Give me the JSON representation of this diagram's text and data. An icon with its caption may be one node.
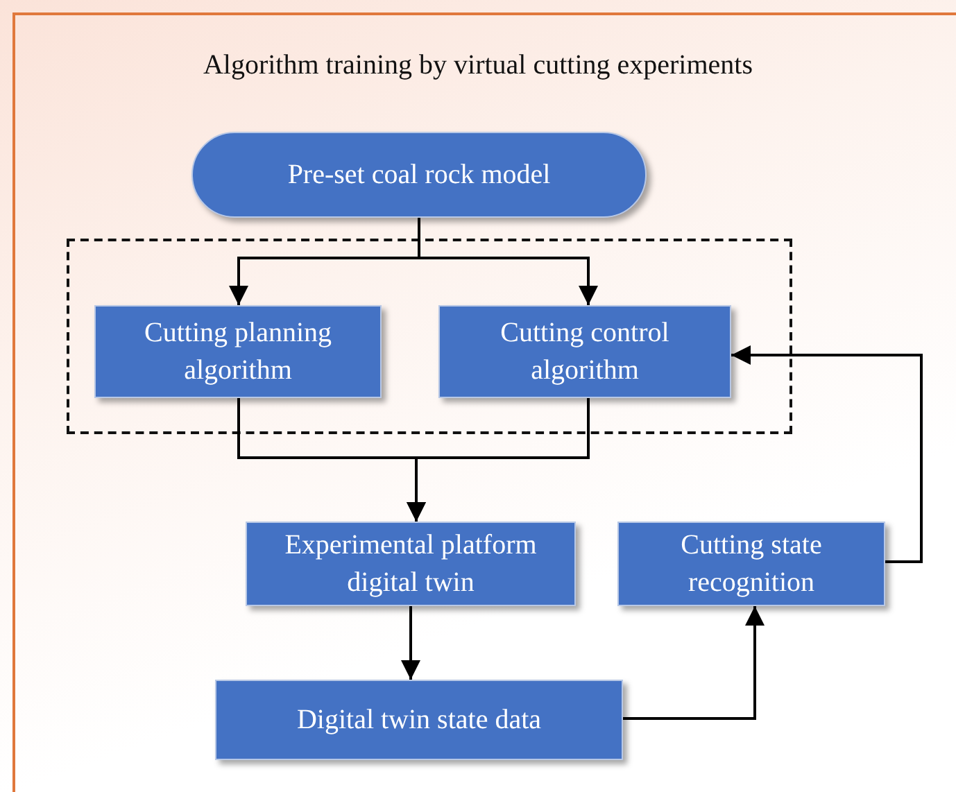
{
  "diagram": {
    "title": "Algorithm training by virtual cutting experiments",
    "nodes": [
      {
        "text": [],
        "shape": "box"
      },
      {
        "text": [
          "Pre-set coal rock model"
        ]
      },
      {
        "text": [
          "Cutting planning algorithm"
        ],
        "in": 0
      },
      {
        "text": [
          "Cutting control algorithm"
        ],
        "in": 0
      },
      {
        "text": [
          "Experimental platform digital twin"
        ]
      },
      {
        "text": [
          "Cutting state recognition"
        ]
      },
      {
        "text": [
          "Digital twin state data"
        ]
      }
    ],
    "edges": [
      {
        "from": 1,
        "to": 2,
        "arrow": "to"
      },
      {
        "from": 1,
        "to": 3,
        "arrow": "to"
      },
      {
        "from": 2,
        "to": 4,
        "arrow": "to"
      },
      {
        "from": 3,
        "to": 4,
        "arrow": "to"
      },
      {
        "from": 4,
        "to": 6,
        "arrow": "to"
      },
      {
        "from": 6,
        "to": 5,
        "arrow": "to"
      },
      {
        "from": 5,
        "to": 3,
        "arrow": "to"
      }
    ]
  }
}
